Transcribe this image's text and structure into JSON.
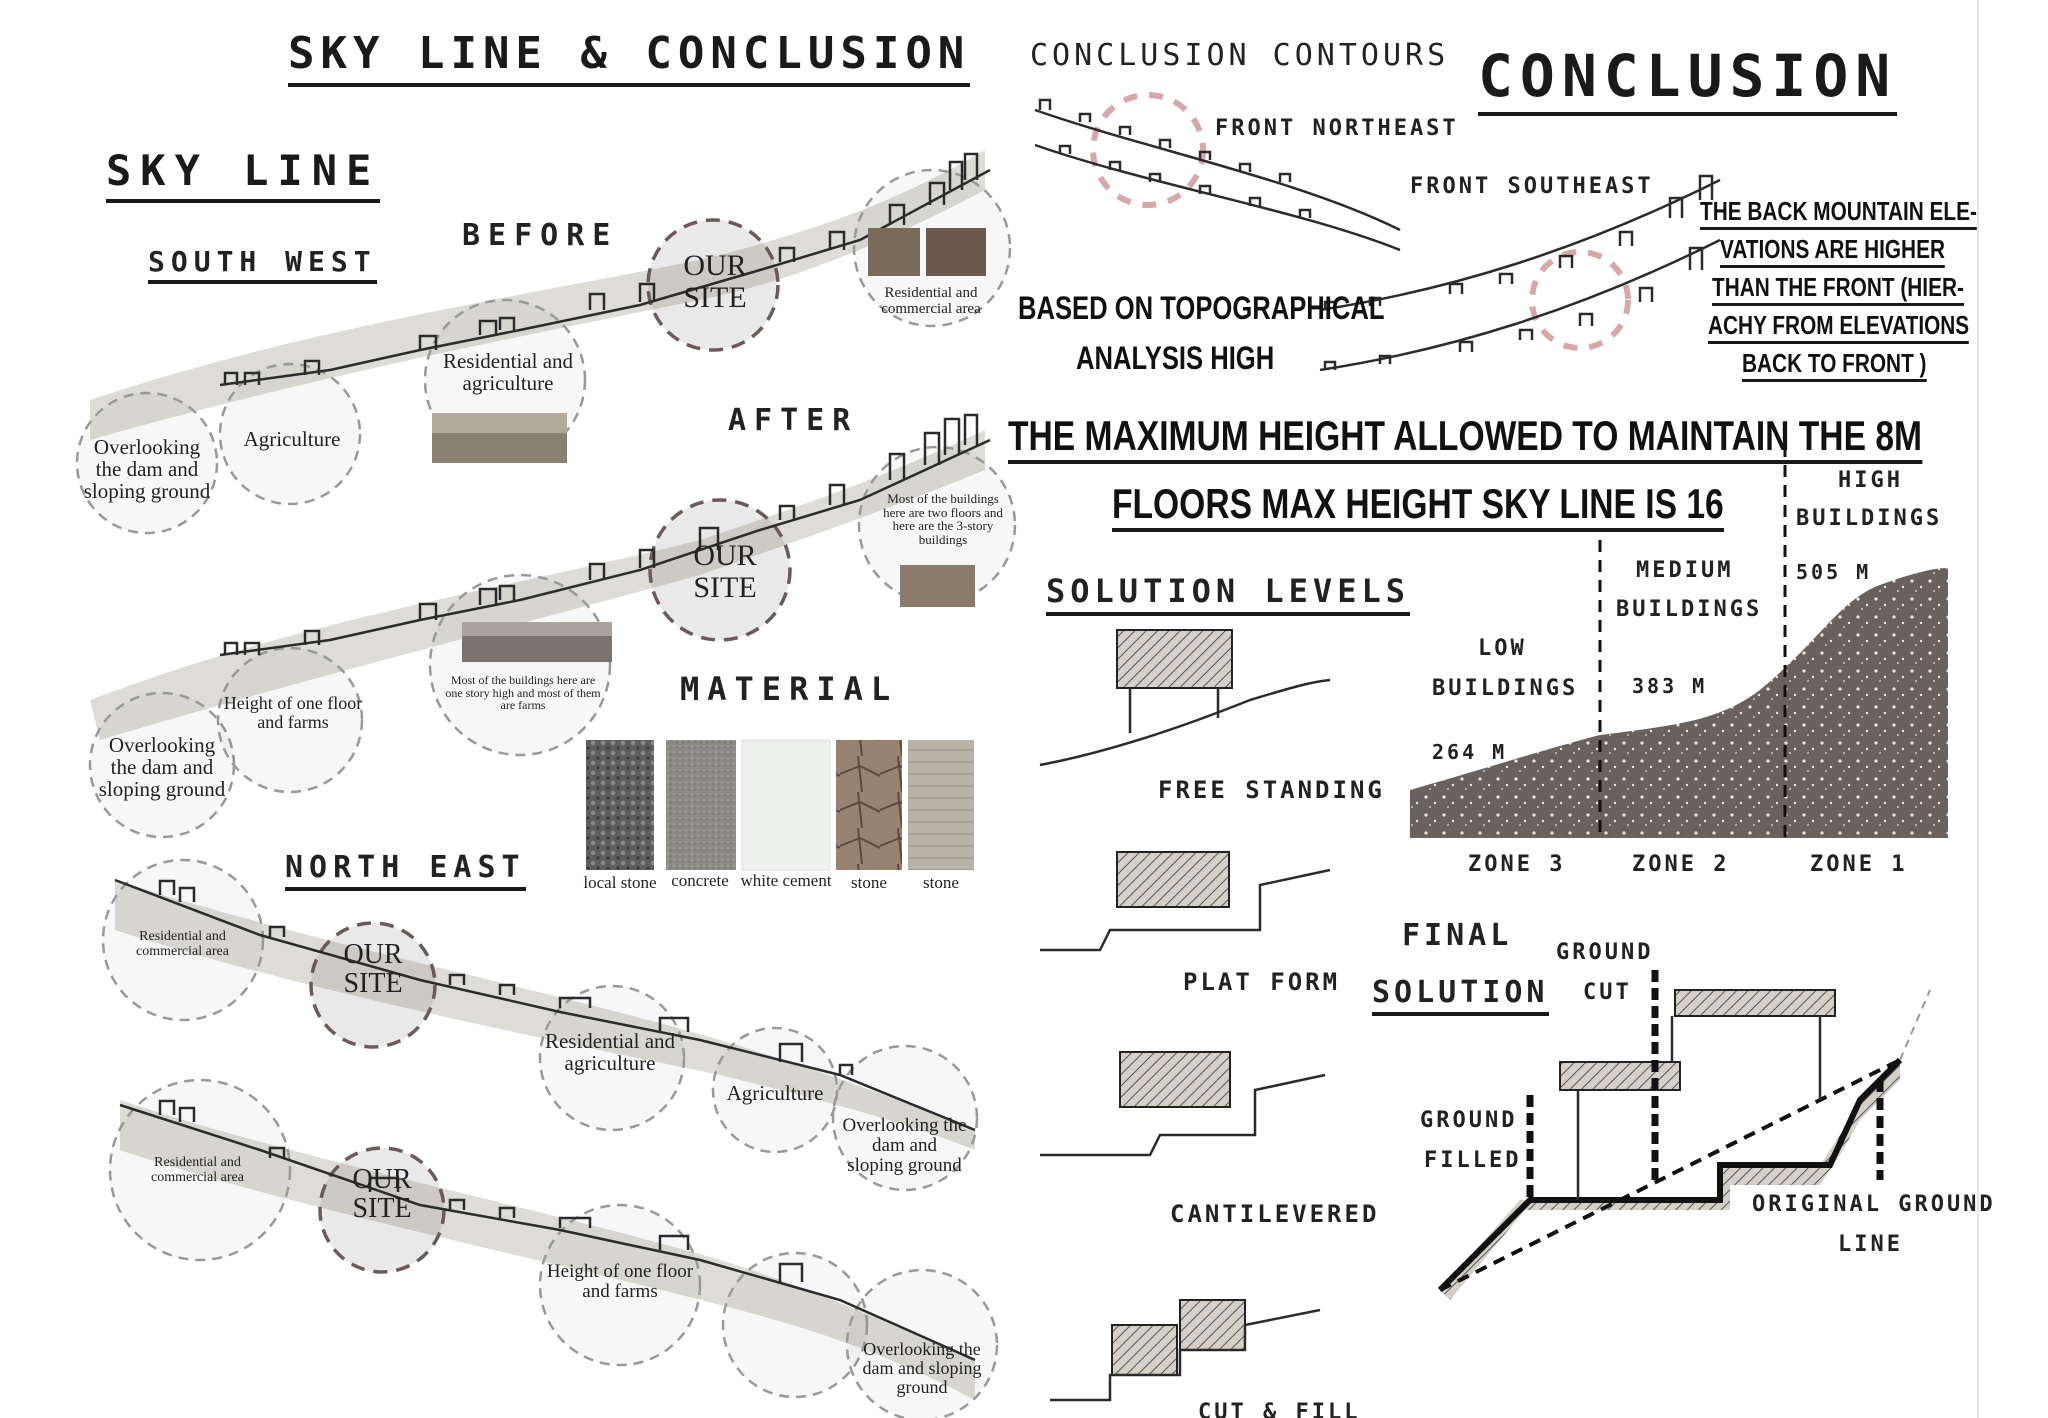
{
  "left": {
    "title": "SKY LINE & CONCLUSION",
    "skyline_heading": "SKY LINE",
    "south_west": "SOUTH WEST",
    "before": "BEFORE",
    "after": "AFTER",
    "north_east": "NORTH EAST",
    "material_heading": "MATERIAL",
    "sw_before": {
      "overlooking": "Overlooking the dam and sloping ground",
      "agriculture": "Agriculture",
      "res_agri": "Residential and agriculture",
      "our_site": "OUR SITE",
      "res_comm": "Residential and commercial area"
    },
    "sw_after": {
      "overlooking": "Overlooking the dam and sloping ground",
      "height_one": "Height of one floor and farms",
      "most_one": "Most of the buildings here are one story high and most of them are farms",
      "our_site": "OUR SITE",
      "most_two": "Most of the buildings here are two floors and here are the 3-story buildings"
    },
    "ne_1": {
      "res_comm": "Residential and commercial area",
      "our_site": "OUR SITE",
      "res_agri": "Residential and agriculture",
      "agriculture": "Agriculture",
      "overlooking": "Overlooking the dam and sloping ground"
    },
    "ne_2": {
      "res_comm": "Residential and commercial area",
      "our_site": "OUR SITE",
      "height_one": "Height of one floor and farms",
      "overlooking": "Overlooking the dam and sloping ground"
    },
    "materials": [
      {
        "label": "local stone",
        "color": "#5e5e5e"
      },
      {
        "label": "concrete",
        "color": "#8c8a85"
      },
      {
        "label": "white cement",
        "color": "#eef0ee"
      },
      {
        "label": "stone",
        "color": "#9a8270"
      },
      {
        "label": "stone",
        "color": "#b9b4a8"
      }
    ]
  },
  "right": {
    "contours_heading": "CONCLUSION CONTOURS",
    "conclusion_heading": "CONCLUSION",
    "front_ne": "FRONT NORTHEAST",
    "front_se": "FRONT SOUTHEAST",
    "topo_1": "BASED ON TOPOGRAPHICAL",
    "topo_2": "ANALYSIS HIGH",
    "back_mountain": [
      "THE BACK MOUNTAIN ELE-",
      "VATIONS ARE HIGHER",
      "THAN THE FRONT (HIER-",
      "ACHY FROM ELEVATIONS",
      "BACK TO FRONT )"
    ],
    "max_height_1": "THE MAXIMUM HEIGHT ALLOWED TO MAINTAIN THE 8M",
    "max_height_2": "FLOORS MAX HEIGHT SKY LINE IS 16",
    "solution_levels": "SOLUTION LEVELS",
    "free_standing": "FREE STANDING",
    "plat_form": "PLAT FORM",
    "cantilevered": "CANTILEVERED",
    "cut_fill": "CUT & FILL",
    "zones": {
      "low_1": "LOW",
      "low_2": "BUILDINGS",
      "low_h": "264 M",
      "med_1": "MEDIUM",
      "med_2": "BUILDINGS",
      "med_h": "383 M",
      "high_1": "HIGH",
      "high_2": "BUILDINGS",
      "high_h": "505 M",
      "z3": "ZONE 3",
      "z2": "ZONE 2",
      "z1": "ZONE 1"
    },
    "final_1": "FINAL",
    "final_2": "SOLUTION",
    "ground_cut_1": "GROUND",
    "ground_cut_2": "CUT",
    "ground_filled_1": "GROUND",
    "ground_filled_2": "FILLED",
    "original_1": "ORIGINAL GROUND",
    "original_2": "LINE"
  }
}
